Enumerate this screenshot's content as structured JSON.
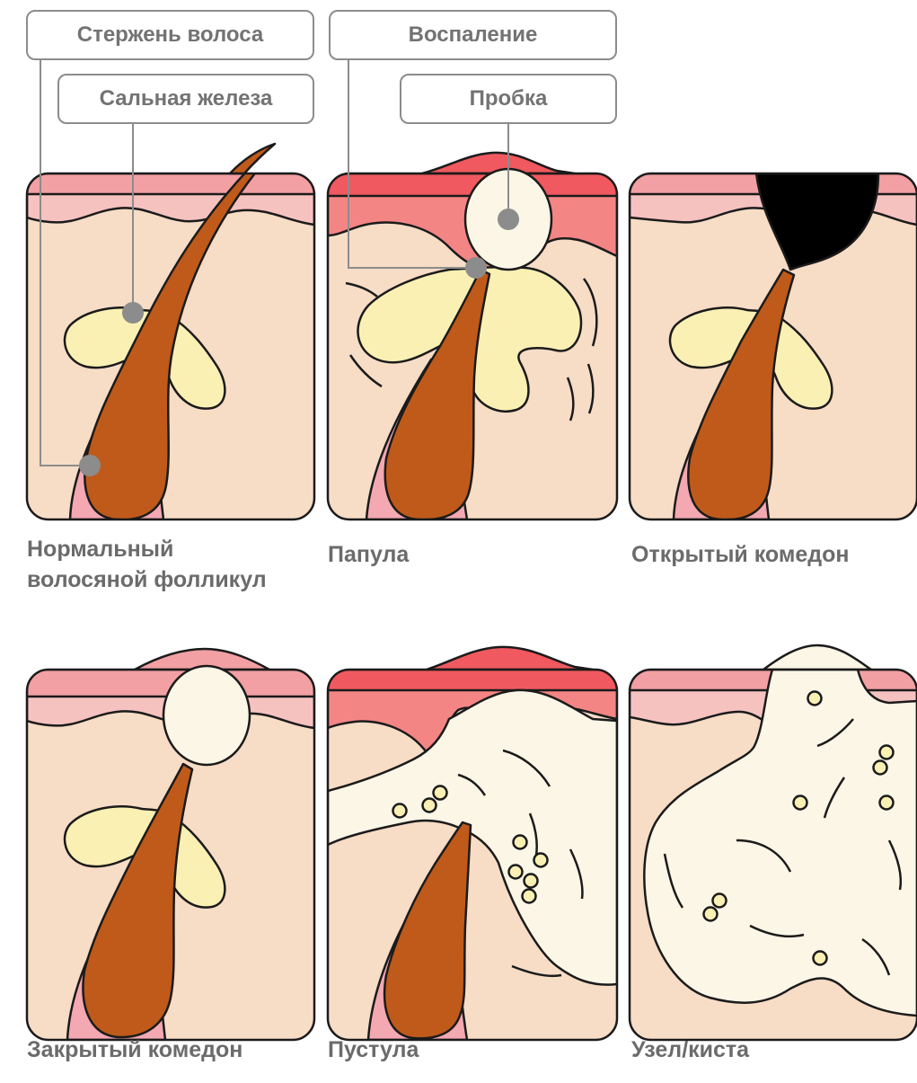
{
  "callouts": {
    "hair_shaft": "Стержень волоса",
    "sebaceous_gland": "Сальная железа",
    "inflammation": "Воспаление",
    "plug": "Пробка"
  },
  "panels": [
    {
      "id": "normal",
      "caption_line1": "Нормальный",
      "caption_line2": "волосяной фолликул"
    },
    {
      "id": "papule",
      "caption": "Папула"
    },
    {
      "id": "open_comedo",
      "caption": "Открытый комедон"
    },
    {
      "id": "closed_comedo",
      "caption": "Закрытый комедон"
    },
    {
      "id": "pustule",
      "caption": "Пустула"
    },
    {
      "id": "nodule_cyst",
      "caption": "Узел/киста"
    }
  ],
  "colors": {
    "outline": "#1b1b1b",
    "dermis": "#f7dcc6",
    "epidermis": "#f6c2c0",
    "surface": "#f2a0a3",
    "inflamed": "#f0595f",
    "inflamed_light": "#f48585",
    "hair": "#bf5a1b",
    "sheath": "#f3a8b2",
    "gland": "#fbf0b4",
    "pus": "#fcf6e6",
    "comedo": "#000000",
    "pointer": "#8c8c8c"
  }
}
